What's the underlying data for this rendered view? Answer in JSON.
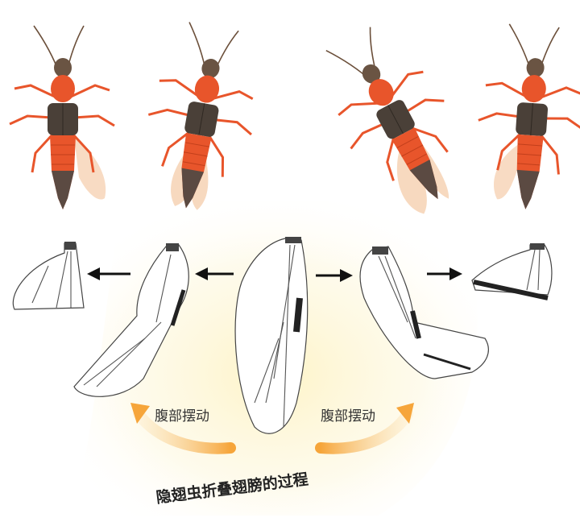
{
  "labels": {
    "swing_left": "腹部摆动",
    "swing_right": "腹部摆动"
  },
  "title": "隐翅虫折叠翅膀的过程",
  "colors": {
    "body_orange": "#e8552b",
    "thorax_dark": "#4a4038",
    "head_brown": "#6a5443",
    "wing_translucent": "#f6d2b4",
    "arrow_orange": "#f2a93b",
    "glow_yellow": "#fdf3c4"
  },
  "icons": [
    "arrow-left-icon",
    "arrow-right-icon",
    "curved-arrow-icon"
  ]
}
